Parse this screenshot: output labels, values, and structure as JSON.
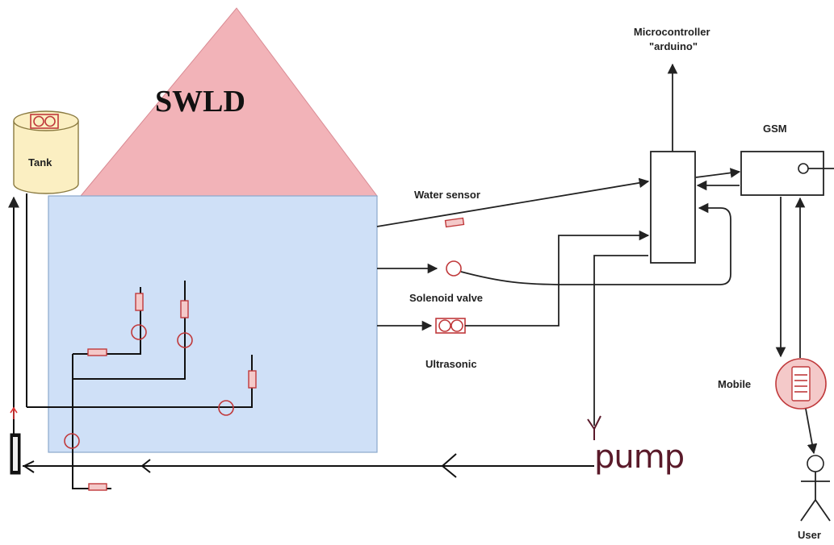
{
  "title": "SWLD",
  "labels": {
    "tank": "Tank",
    "microcontroller_line1": "Microcontroller",
    "microcontroller_line2": "\"arduino\"",
    "gsm": "GSM",
    "water_sensor": "Water sensor",
    "solenoid_valve": "Solenoid valve",
    "ultrasonic": "Ultrasonic",
    "mobile": "Mobile",
    "user": "User",
    "pump": "pump"
  },
  "colors": {
    "roof": "#f2b3b8",
    "walls": "#cfe0f7",
    "tank": "#fbefc2",
    "component": "#c0393b",
    "line": "#222222"
  }
}
